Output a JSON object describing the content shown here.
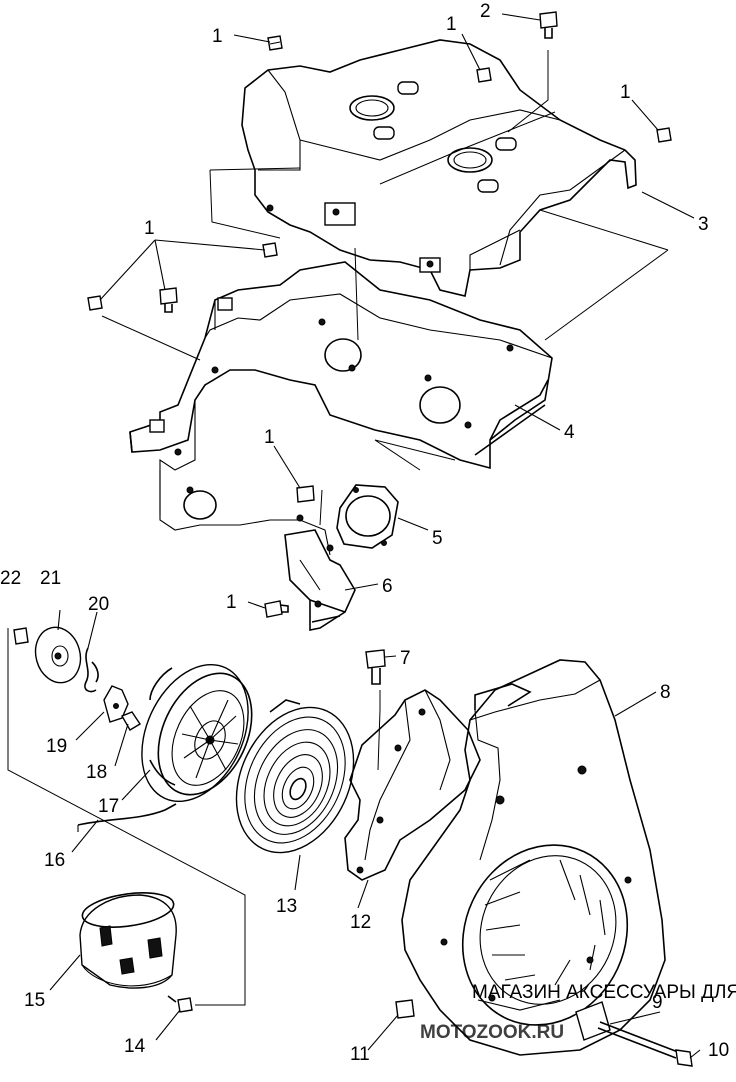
{
  "diagram": {
    "callouts": [
      {
        "id": "c1a",
        "label": "1"
      },
      {
        "id": "c2",
        "label": "2"
      },
      {
        "id": "c1b",
        "label": "1"
      },
      {
        "id": "c1c",
        "label": "1"
      },
      {
        "id": "c3",
        "label": "3"
      },
      {
        "id": "c1d",
        "label": "1"
      },
      {
        "id": "c4",
        "label": "4"
      },
      {
        "id": "c1e",
        "label": "1"
      },
      {
        "id": "c5",
        "label": "5"
      },
      {
        "id": "c6",
        "label": "6"
      },
      {
        "id": "c1f",
        "label": "1"
      },
      {
        "id": "c22",
        "label": "22"
      },
      {
        "id": "c21",
        "label": "21"
      },
      {
        "id": "c20",
        "label": "20"
      },
      {
        "id": "c7",
        "label": "7"
      },
      {
        "id": "c8",
        "label": "8"
      },
      {
        "id": "c19",
        "label": "19"
      },
      {
        "id": "c18",
        "label": "18"
      },
      {
        "id": "c17",
        "label": "17"
      },
      {
        "id": "c16",
        "label": "16"
      },
      {
        "id": "c13",
        "label": "13"
      },
      {
        "id": "c12",
        "label": "12"
      },
      {
        "id": "c15",
        "label": "15"
      },
      {
        "id": "c14",
        "label": "14"
      },
      {
        "id": "c9",
        "label": "9"
      },
      {
        "id": "c11",
        "label": "11"
      },
      {
        "id": "c10",
        "label": "10"
      }
    ]
  },
  "watermark": {
    "tagline": "МАГАЗИН АКСЕССУАРЫ ДЛЯ МОТОТЕХНИКИ",
    "brand": "МОТОZOOK.RU"
  }
}
